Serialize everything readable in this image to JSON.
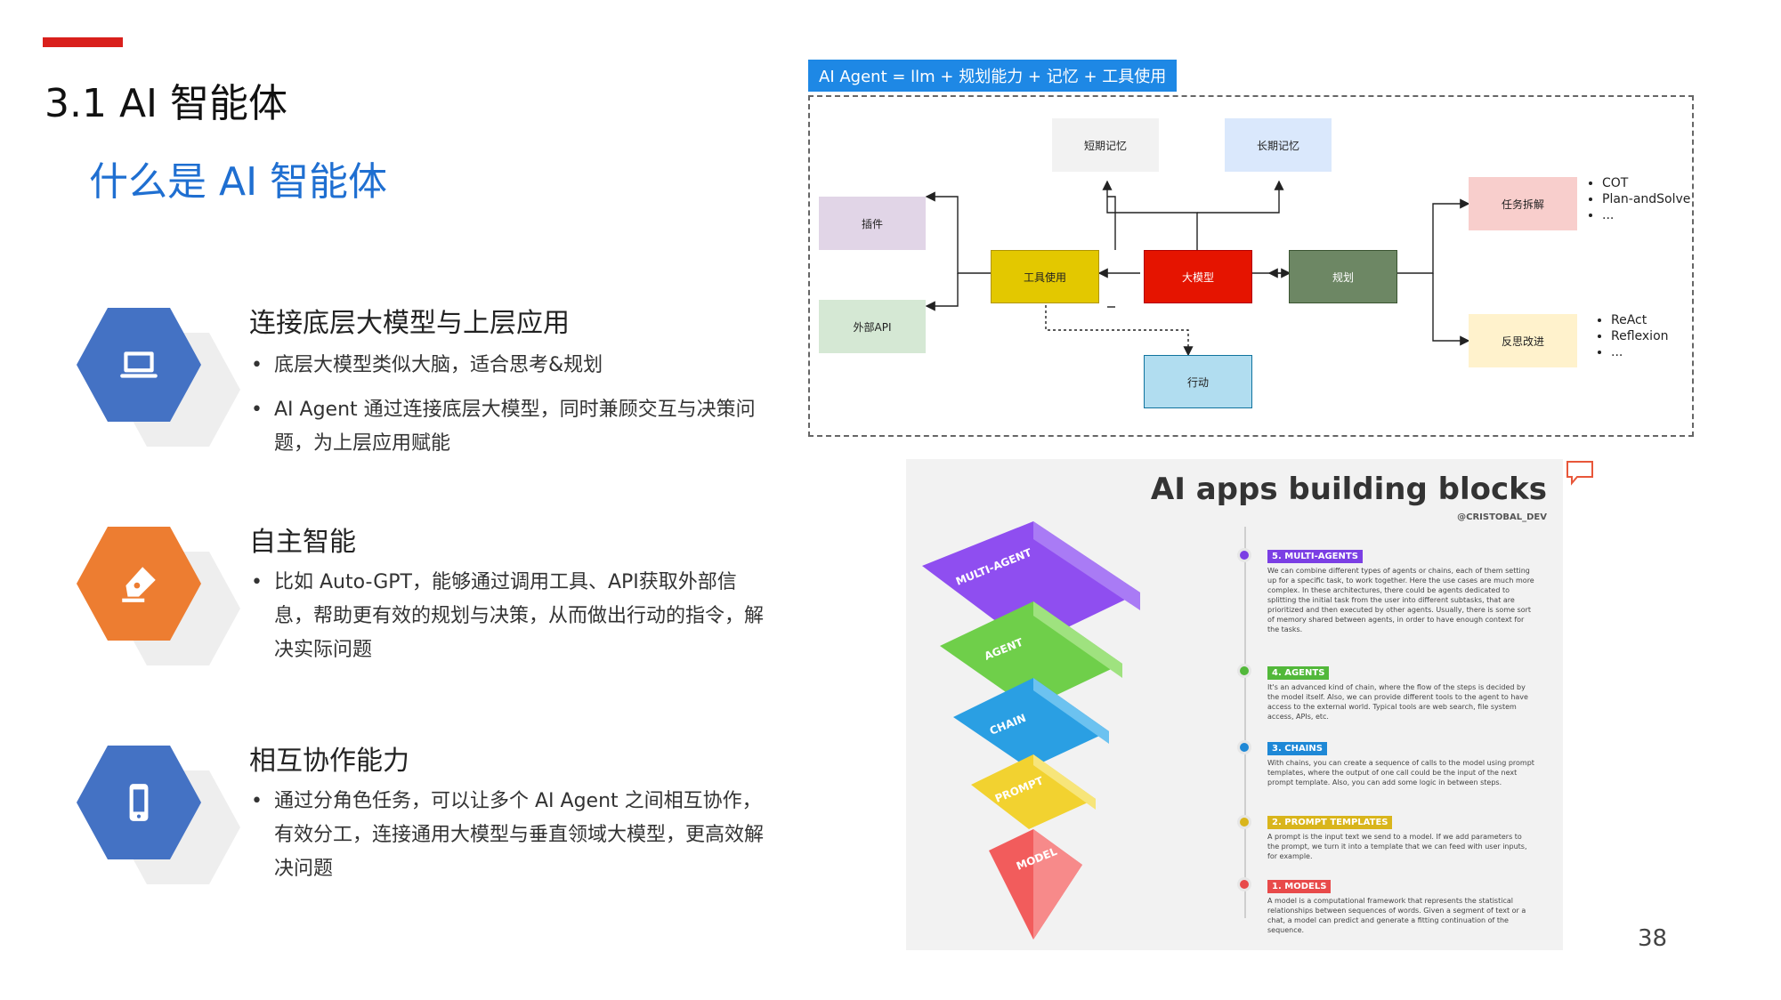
{
  "header": {
    "title": "3.1 AI 智能体",
    "subtitle": "什么是 AI 智能体"
  },
  "sections": [
    {
      "icon": "laptop-icon",
      "color": "#4472c4",
      "title": "连接底层大模型与上层应用",
      "bullets": [
        "底层大模型类似大脑，适合思考&规划",
        "AI Agent 通过连接底层大模型，同时兼顾交互与决策问题，为上层应用赋能"
      ]
    },
    {
      "icon": "pen-icon",
      "color": "#ed7d31",
      "title": "自主智能",
      "bullets": [
        "比如 Auto-GPT，能够通过调用工具、API获取外部信息，帮助更有效的规划与决策，从而做出行动的指令，解决实际问题"
      ]
    },
    {
      "icon": "phone-icon",
      "color": "#4472c4",
      "title": "相互协作能力",
      "bullets": [
        "通过分角色任务，可以让多个 AI Agent 之间相互协作，有效分工，连接通用大模型与垂直领域大模型，更高效解决问题"
      ]
    }
  ],
  "diagram": {
    "badge": "AI Agent = llm + 规划能力 + 记忆 + 工具使用",
    "nodes": {
      "short_memory": "短期记忆",
      "long_memory": "长期记忆",
      "plugin": "插件",
      "external_api": "外部API",
      "tool_use": "工具使用",
      "llm": "大模型",
      "planning": "规划",
      "action": "行动",
      "task_split": "任务拆解",
      "reflection": "反思改进"
    },
    "task_split_items": [
      "COT",
      "Plan-andSolve",
      "..."
    ],
    "reflection_items": [
      "ReAct",
      "Reflexion",
      "..."
    ]
  },
  "building_blocks": {
    "title": "AI apps building blocks",
    "author": "@CRISTOBAL_DEV",
    "layers": [
      {
        "label": "MULTI-AGENT",
        "color": "#8f4ef0"
      },
      {
        "label": "AGENT",
        "color": "#6fcf4a"
      },
      {
        "label": "CHAIN",
        "color": "#2a9fe3"
      },
      {
        "label": "PROMPT",
        "color": "#f2d230"
      },
      {
        "label": "MODEL",
        "color": "#f25c5c"
      }
    ],
    "items": [
      {
        "heading": "5. MULTI-AGENTS",
        "color": "#7b3fe4",
        "text": "We can combine different types of agents or chains, each of them setting up for a specific task, to work together. Here the use cases are much more complex. In these architectures, there could be agents dedicated to splitting the initial task from the user into different subtasks, that are prioritized and then executed by other agents. Usually, there is some sort of memory shared between agents, in order to have enough context for the tasks."
      },
      {
        "heading": "4. AGENTS",
        "color": "#52b83a",
        "text": "It's an advanced kind of chain, where the flow of the steps is decided by the model itself. Also, we can provide different tools to the agent to have access to the external world. Typical tools are web search, file system access, APIs, etc."
      },
      {
        "heading": "3. CHAINS",
        "color": "#1e88d6",
        "text": "With chains, you can create a sequence of calls to the model using prompt templates, where the output of one call could be the input of the next prompt template. Also, you can add some logic in between steps."
      },
      {
        "heading": "2. PROMPT TEMPLATES",
        "color": "#d9b51c",
        "text": "A prompt is the input text we send to a model. If we add parameters to the prompt, we turn it into a template that we can feed with user inputs, for example."
      },
      {
        "heading": "1. MODELS",
        "color": "#e84a4a",
        "text": "A model is a computational framework that represents the statistical relationships between sequences of words. Given a segment of text or a chat, a model can predict and generate a fitting continuation of the sequence."
      }
    ]
  },
  "page_number": "38",
  "colors": {
    "accent_red": "#d9201c",
    "subtitle_blue": "#1f6fd1",
    "badge_blue": "#1e88e5"
  }
}
